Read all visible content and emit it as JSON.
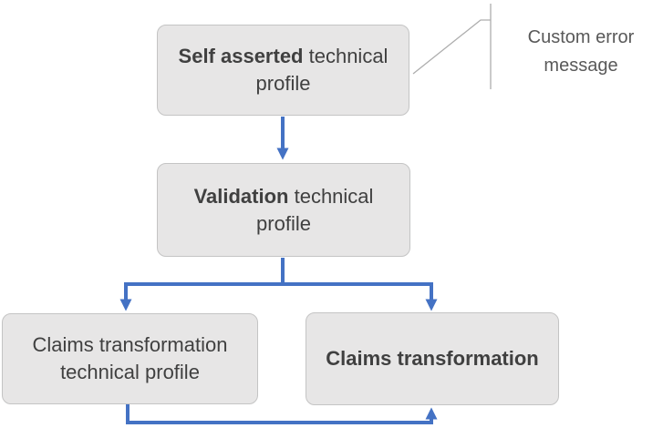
{
  "diagram": {
    "boxes": {
      "self_asserted": {
        "lines": [
          {
            "bold": "Self asserted",
            "rest": " technical"
          },
          {
            "rest": "profile"
          }
        ]
      },
      "validation": {
        "lines": [
          {
            "bold": "Validation",
            "rest": " technical"
          },
          {
            "rest": "profile"
          }
        ]
      },
      "claims_tp": {
        "lines": [
          {
            "rest": "Claims transformation"
          },
          {
            "rest": "technical profile"
          }
        ]
      },
      "claims_xform": {
        "lines": [
          {
            "bold": "Claims transformation"
          }
        ]
      }
    },
    "callout": {
      "lines": [
        "Custom error",
        "message"
      ]
    },
    "colors": {
      "arrow_blue": "#4472C4",
      "box_fill": "#E7E6E6",
      "box_border": "#C4C4C4",
      "box_text": "#404040",
      "callout_line": "#ADADAD",
      "callout_text": "#595959"
    }
  }
}
